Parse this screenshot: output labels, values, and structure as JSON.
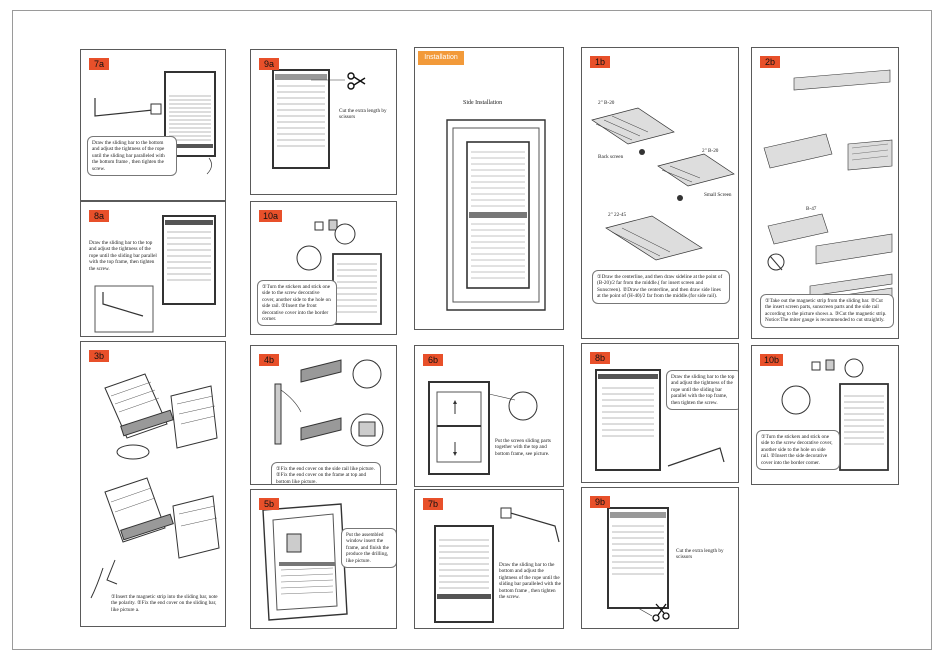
{
  "panels": {
    "p7a": {
      "tag": "7a",
      "note": "Draw the sliding bar to the bottom and adjust the tightness of the rope until the sliding bar paralleled with the bottom frame , then tighten the screw."
    },
    "p9a": {
      "tag": "9a",
      "note": "Cut the extra length by scissors"
    },
    "intro": {
      "tag": "Installation",
      "note": "Side Installation"
    },
    "p1b": {
      "tag": "1b",
      "label1": "2\" B-20",
      "label2": "2\" B-20",
      "label3": "2\" 22-45",
      "label_backscreen": "Back screen",
      "label_smallscreen": "Small Screen",
      "note": "①Draw the centerline, and then draw sideline at the point of (B-20)/2 far from the middle.( for insert screen and Sunscreen). ②Draw the centerline, and then draw side lines at the point of (H-40)/2 far from the middle.(for side rail)."
    },
    "p2b": {
      "tag": "2b",
      "label1": "B-47",
      "note": "①Take out the magnetic strip from the sliding bar. ②Cut the insert screen parts, sunscreen parts and the side rail according to the picture shows a. ③Cut the magnetic strip. Notice:The miter gauge is recommended to cut straightly."
    },
    "p8a": {
      "tag": "8a",
      "note": "Draw the sliding bar to the top and adjust the tightness of the rope until the sliding bar parallel with the top frame, then tighten the screw."
    },
    "p10a": {
      "tag": "10a",
      "note": "①Turn the stickers and stick one side to the screw decorative cover, another side to the hole on side rail. ②Insert the front decorative cover into the border corner."
    },
    "p3b": {
      "tag": "3b",
      "note": "①Insert the magnetic strip into the sliding bar, note the polarity. ②Fix the end cover on the sliding bar, like picture a."
    },
    "p4b": {
      "tag": "4b",
      "note": "①Fix the end cover on the side rail like picture. ②Fix the end cover on the frame at top and bottom like picture."
    },
    "p6b": {
      "tag": "6b",
      "note": "Put the screen sliding parts together with the top and bottom frame, see picture."
    },
    "p8b": {
      "tag": "8b",
      "note": "Draw the sliding bar to the top and adjust the tightness of the rope until the sliding bar parallel with the top frame, then tighten the screw."
    },
    "p10b": {
      "tag": "10b",
      "note": "①Turn the stickers and stick one side to the screw decorative cover, another side to the hole on side rail. ②Insert the side decorative cover into the border corner."
    },
    "p5b": {
      "tag": "5b",
      "note": "Put the assembled window insert the frame, and finish the produce the drilling, like picture."
    },
    "p7b": {
      "tag": "7b",
      "note": "Draw the sliding bar to the bottom and adjust the tightness of the rope until the sliding bar paralleled with the bottom frame , then tighten the screw."
    },
    "p9b": {
      "tag": "9b",
      "note": "Cut the extra length by scissors"
    }
  },
  "colors": {
    "tag": "#e8502a",
    "tag_intro": "#f29a3a",
    "frame": "#333333",
    "blind": "#666666"
  }
}
